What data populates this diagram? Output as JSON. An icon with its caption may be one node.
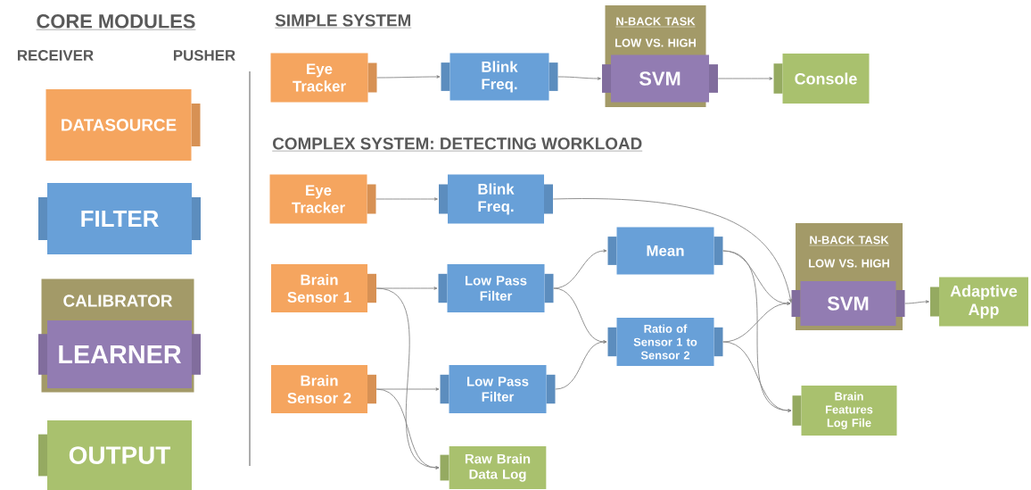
{
  "diagram": {
    "nodes": [
      {
        "text": [
          "DATASOURCE"
        ]
      },
      {
        "text": [
          "FILTER"
        ]
      },
      {
        "text": [
          "CALIBRATOR"
        ]
      },
      {
        "text": [
          "LEARNER"
        ],
        "in": 2
      },
      {
        "text": [
          "OUTPUT"
        ]
      },
      {
        "text": [
          "Eye Tracker"
        ]
      },
      {
        "text": [
          "Blink Freq."
        ]
      },
      {
        "text": [
          "N-BACK TASK",
          "LOW VS. HIGH"
        ]
      },
      {
        "text": [
          "SVM"
        ],
        "in": 7
      },
      {
        "text": [
          "Console"
        ]
      },
      {
        "text": [
          "Eye Tracker"
        ]
      },
      {
        "text": [
          "Blink Freq."
        ]
      },
      {
        "text": [
          "Brain Sensor 1"
        ]
      },
      {
        "text": [
          "Low Pass Filter"
        ]
      },
      {
        "text": [
          "Mean"
        ]
      },
      {
        "text": [
          "N-BACK TASK",
          "LOW VS. HIGH"
        ]
      },
      {
        "text": [
          "SVM"
        ],
        "in": 15
      },
      {
        "text": [
          "Adaptive App"
        ]
      },
      {
        "text": [
          "Brain Sensor 2"
        ]
      },
      {
        "text": [
          "Low Pass Filter"
        ]
      },
      {
        "text": [
          "Ratio of Sensor 1 to Sensor 2"
        ]
      },
      {
        "text": [
          "Brain Features Log File"
        ]
      },
      {
        "text": [
          "Raw Brain Data Log"
        ]
      }
    ],
    "edges": [
      {
        "from": 5,
        "to": 6,
        "arrow": "to"
      },
      {
        "from": 6,
        "to": 8,
        "arrow": "to"
      },
      {
        "from": 8,
        "to": 9,
        "arrow": "to"
      },
      {
        "from": 10,
        "to": 11,
        "arrow": "to"
      },
      {
        "from": 11,
        "to": 16,
        "arrow": "to"
      },
      {
        "from": 12,
        "to": 13,
        "arrow": "to"
      },
      {
        "from": 12,
        "to": 22,
        "arrow": "to"
      },
      {
        "from": 13,
        "to": 14,
        "arrow": "to"
      },
      {
        "from": 13,
        "to": 20,
        "arrow": "to"
      },
      {
        "from": 18,
        "to": 19,
        "arrow": "to"
      },
      {
        "from": 18,
        "to": 22,
        "arrow": "to"
      },
      {
        "from": 19,
        "to": 20,
        "arrow": "to"
      },
      {
        "from": 14,
        "to": 16,
        "arrow": "to"
      },
      {
        "from": 14,
        "to": 21,
        "arrow": "to"
      },
      {
        "from": 20,
        "to": 16,
        "arrow": "to"
      },
      {
        "from": 20,
        "to": 21,
        "arrow": "to"
      },
      {
        "from": 16,
        "to": 17,
        "arrow": "to"
      }
    ],
    "labels": [
      "CORE MODULES",
      "RECEIVER",
      "PUSHER",
      "SIMPLE SYSTEM",
      "COMPLEX SYSTEM: DETECTING WORKLOAD"
    ]
  }
}
